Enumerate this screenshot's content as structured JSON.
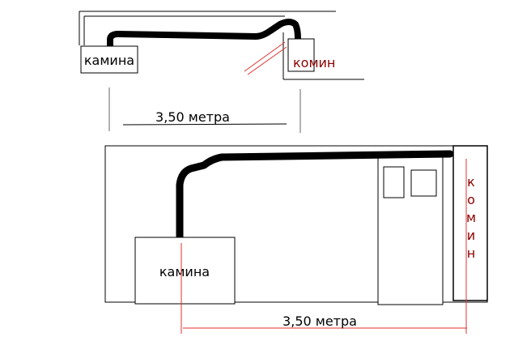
{
  "top_sketch": {
    "fireplace_label": "камина",
    "chimney_label": "комин",
    "dimension_label": "3,50 метра"
  },
  "bottom_sketch": {
    "fireplace_label": "камина",
    "chimney_letters": [
      "к",
      "о",
      "м",
      "и",
      "н"
    ],
    "dimension_label": "3,50 метра"
  },
  "colors": {
    "pipe": "#000000",
    "chimney_text": "#8b0000",
    "dimension_line": "#e03030"
  }
}
